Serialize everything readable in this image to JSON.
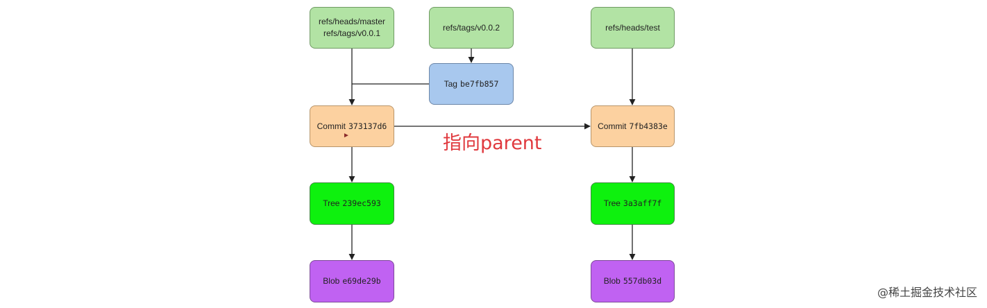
{
  "nodes": {
    "master_refs": {
      "line1": "refs/heads/master",
      "line2": "refs/tags/v0.0.1"
    },
    "tag_ref": {
      "line1": "refs/tags/v0.0.2"
    },
    "test_ref": {
      "line1": "refs/heads/test"
    },
    "tag_obj": {
      "kind": "Tag",
      "hash": "be7fb857"
    },
    "commit_left": {
      "kind": "Commit",
      "hash": "373137d6"
    },
    "commit_right": {
      "kind": "Commit",
      "hash": "7fb4383e"
    },
    "tree_left": {
      "kind": "Tree",
      "hash": "239ec593"
    },
    "tree_right": {
      "kind": "Tree",
      "hash": "3a3aff7f"
    },
    "blob_left": {
      "kind": "Blob",
      "hash": "e69de29b"
    },
    "blob_right": {
      "kind": "Blob",
      "hash": "557db03d"
    }
  },
  "annotation": "指向parent",
  "watermark": "@稀土掘金技术社区",
  "colors": {
    "ref": "#b2e3a4",
    "tag": "#a8c8ee",
    "commit": "#fcd1a0",
    "tree": "#0ef10e",
    "blob": "#c062f2",
    "annotation": "#e0393e"
  }
}
